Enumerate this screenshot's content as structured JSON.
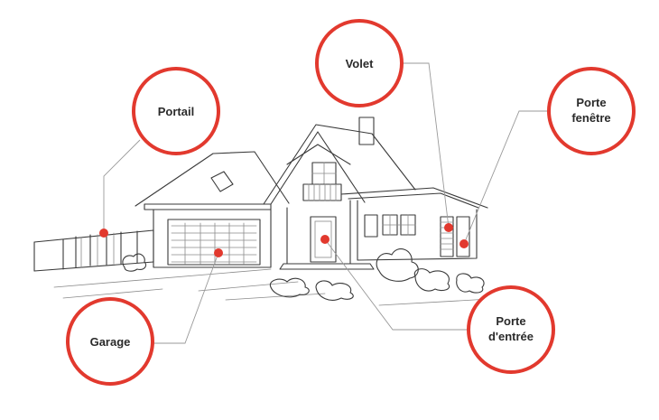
{
  "colors": {
    "accent": "#e2392e",
    "sketch": "#3a3a3a",
    "leader": "#9a9a9a",
    "label_text": "#2a2a2a"
  },
  "callouts": [
    {
      "id": "portail",
      "lines": [
        "Portail"
      ]
    },
    {
      "id": "volet",
      "lines": [
        "Volet"
      ]
    },
    {
      "id": "porte-fenetre",
      "lines": [
        "Porte",
        "fenêtre"
      ]
    },
    {
      "id": "garage",
      "lines": [
        "Garage"
      ]
    },
    {
      "id": "porte-entree",
      "lines": [
        "Porte",
        "d'entrée"
      ]
    }
  ]
}
